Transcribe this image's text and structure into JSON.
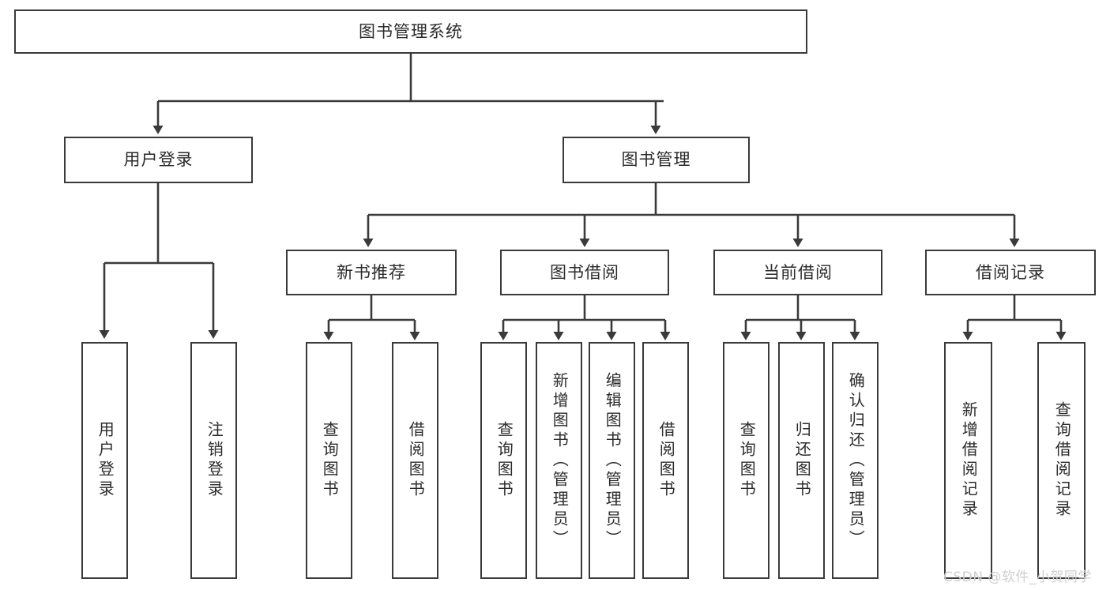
{
  "diagram": {
    "title": "图书管理系统",
    "type": "tree-hierarchy-diagram",
    "colors": {
      "box_border": "#3a3a3a",
      "box_fill": "#ffffff",
      "text": "#2b2b2b",
      "edge": "#3a3a3a",
      "background": "#ffffff",
      "watermark": "#cfcfcf"
    },
    "root": {
      "label": "图书管理系统"
    },
    "level2": [
      {
        "label": "用户登录"
      },
      {
        "label": "图书管理"
      }
    ],
    "level3": [
      {
        "label": "新书推荐"
      },
      {
        "label": "图书借阅"
      },
      {
        "label": "当前借阅"
      },
      {
        "label": "借阅记录"
      }
    ],
    "leaves": {
      "user_login": [
        {
          "label": "用户登录"
        },
        {
          "label": "注销登录"
        }
      ],
      "new_book_recommend": [
        {
          "label": "查询图书"
        },
        {
          "label": "借阅图书"
        }
      ],
      "book_borrow": [
        {
          "label": "查询图书"
        },
        {
          "label": "新增图书（管理员）"
        },
        {
          "label": "编辑图书（管理员）"
        },
        {
          "label": "借阅图书"
        }
      ],
      "current_borrow": [
        {
          "label": "查询图书"
        },
        {
          "label": "归还图书"
        },
        {
          "label": "确认归还（管理员）"
        }
      ],
      "borrow_record": [
        {
          "label": "新增借阅记录"
        },
        {
          "label": "查询借阅记录"
        }
      ]
    },
    "watermark": "CSDN @软件_小贺同学"
  }
}
